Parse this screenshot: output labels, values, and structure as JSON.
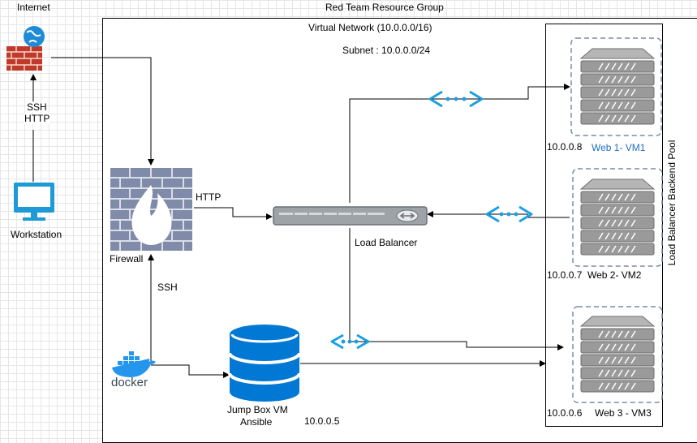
{
  "internet": {
    "label": "Internet"
  },
  "resource_group": {
    "label": "Red Team Resource Group"
  },
  "vnet": {
    "label": "Virtual Network (10.0.0.0/16)"
  },
  "subnet": {
    "label": "Subnet : 10.0.0.0/24"
  },
  "workstation": {
    "label": "Workstation"
  },
  "internet_link": {
    "line1": "SSH",
    "line2": "HTTP"
  },
  "firewall": {
    "label": "Firewall"
  },
  "http_label": "HTTP",
  "ssh_label": "SSH",
  "load_balancer": {
    "label": "Load Balancer"
  },
  "docker": {
    "label": "docker"
  },
  "jumpbox": {
    "line1": "Jump Box VM",
    "line2": "Ansible",
    "ip": "10.0.0.5"
  },
  "backend_pool": {
    "label": "Load Balancer Backend Pool"
  },
  "vms": [
    {
      "name": "Web 1- VM1",
      "ip": "10.0.0.8"
    },
    {
      "name": "Web 2- VM2",
      "ip": "10.0.0.7"
    },
    {
      "name": "Web 3 - VM3",
      "ip": "10.0.0.6"
    }
  ],
  "colors": {
    "azure_blue": "#0078d4",
    "connector_cyan": "#1ba1e2",
    "firewall_red": "#c0392b",
    "server_gray": "#9a9a9a",
    "vm_label_blue": "#1f6fbf"
  }
}
